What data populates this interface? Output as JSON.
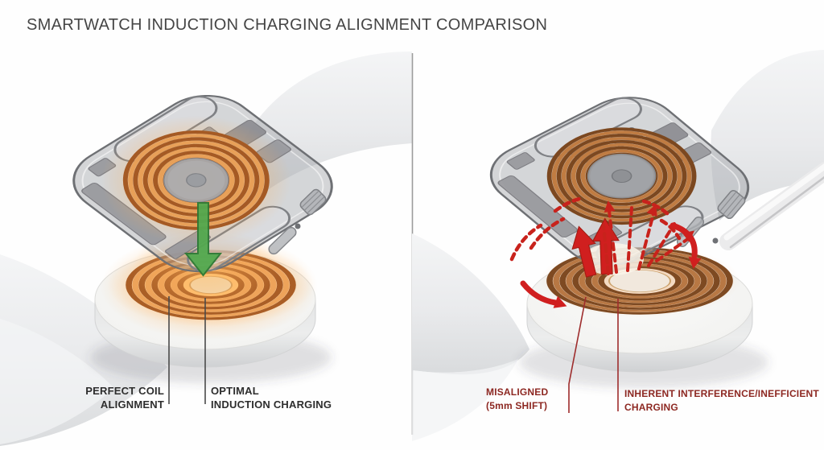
{
  "title": "SMARTWATCH INDUCTION CHARGING ALIGNMENT COMPARISON",
  "panels": {
    "aligned": {
      "side": "left",
      "arrow_icon": "green-down-arrow-icon",
      "arrow_color": "#53a94f",
      "callouts": [
        {
          "id": "perfect-coil-alignment",
          "text": "PERFECT COIL\nALIGNMENT"
        },
        {
          "id": "optimal-induction-charging",
          "text": "OPTIMAL\nINDUCTION CHARGING"
        }
      ]
    },
    "misaligned": {
      "side": "right",
      "arrow_icon": "red-interference-arrows-icon",
      "arrow_color": "#d01f1f",
      "label_color": "#8d2822",
      "callouts": [
        {
          "id": "misaligned-shift",
          "text": "MISALIGNED\n(5mm SHIFT)"
        },
        {
          "id": "inherent-interference",
          "text": "INHERENT INTERFERENCE/INEFFICIENT\nCHARGING"
        }
      ]
    }
  },
  "colors": {
    "background": "#ffffff",
    "title_text": "#454545",
    "divider": "#9c9c9c",
    "callout_dark": "#2d2d2d",
    "callout_red": "#8d2822",
    "copper_bright": "#e8a058",
    "copper_dark": "#b87844",
    "green_arrow": "#53a94f",
    "red_arrow": "#d01f1f",
    "watch_glass": "#8f9196",
    "strap": "#eceded"
  }
}
